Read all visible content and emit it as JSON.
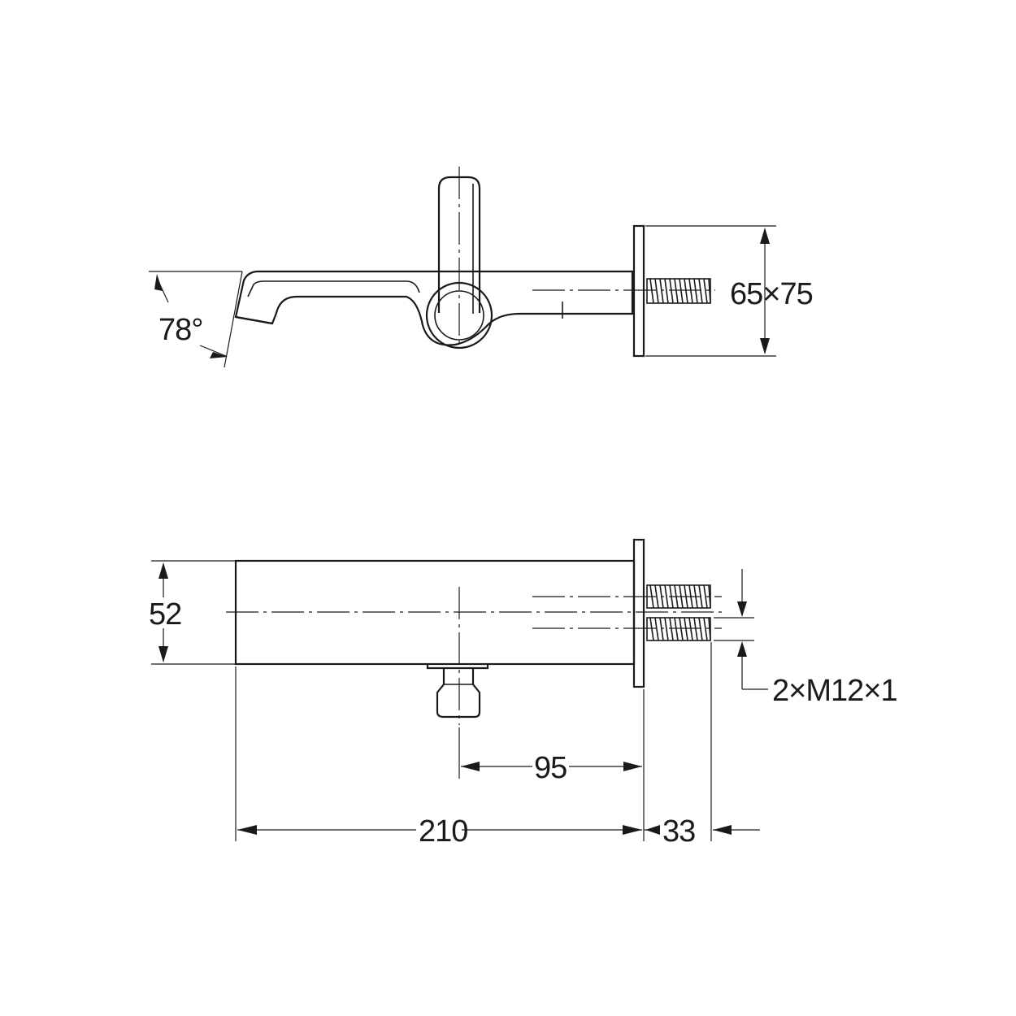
{
  "drawing": {
    "labels": {
      "angle": "78°",
      "flange_size": "65×75",
      "height": "52",
      "handle_offset": "95",
      "spout_length": "210",
      "thread_length": "33",
      "thread_spec": "2×M12×1"
    },
    "colors": {
      "line": "#1a1a1a",
      "background": "#ffffff"
    }
  }
}
